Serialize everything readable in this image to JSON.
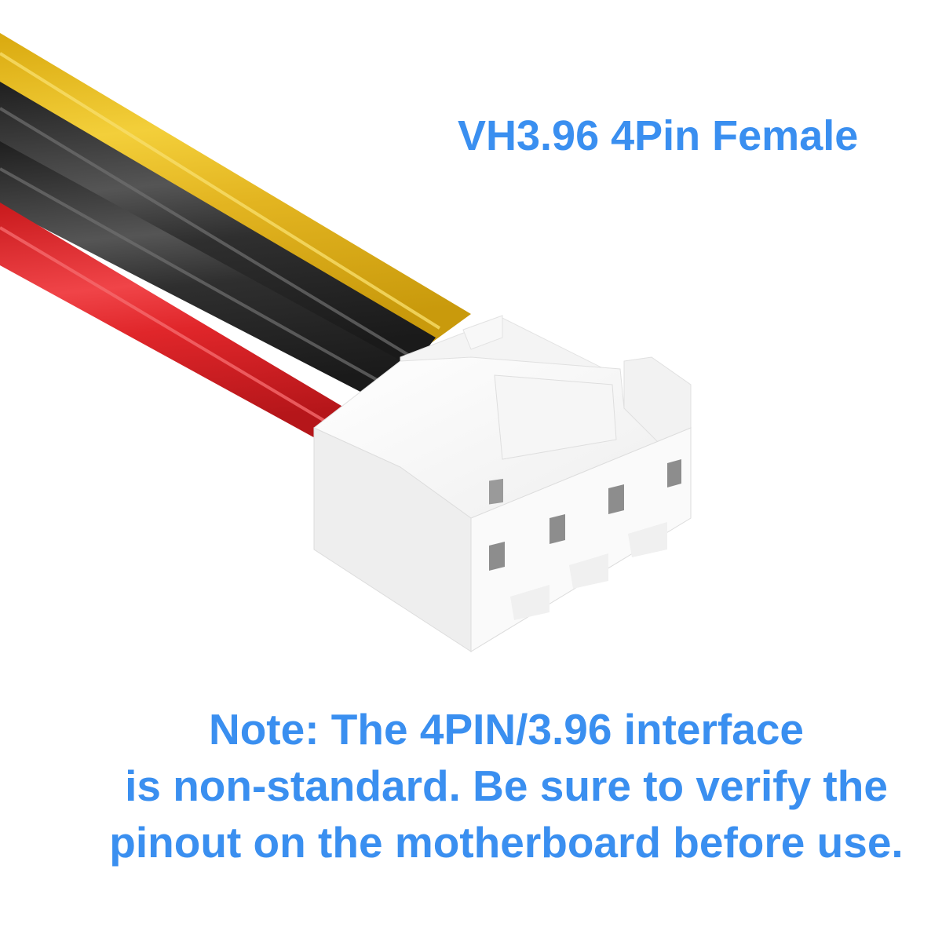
{
  "title": "VH3.96 4Pin Female",
  "note": {
    "lines": [
      "Note: The 4PIN/3.96 interface",
      "is non-standard. Be sure to verify the",
      "pinout on the motherboard before use."
    ]
  },
  "product": {
    "type": "connector-cable",
    "connector_color": "#ffffff",
    "pin_holes": 4,
    "wires": [
      {
        "color_name": "yellow",
        "hex": "#e8bd1f"
      },
      {
        "color_name": "black",
        "hex": "#2e2e2e"
      },
      {
        "color_name": "black",
        "hex": "#2e2e2e"
      },
      {
        "color_name": "red",
        "hex": "#e0262a"
      }
    ]
  },
  "colors": {
    "text_accent": "#3a8ff0",
    "background": "#ffffff"
  }
}
